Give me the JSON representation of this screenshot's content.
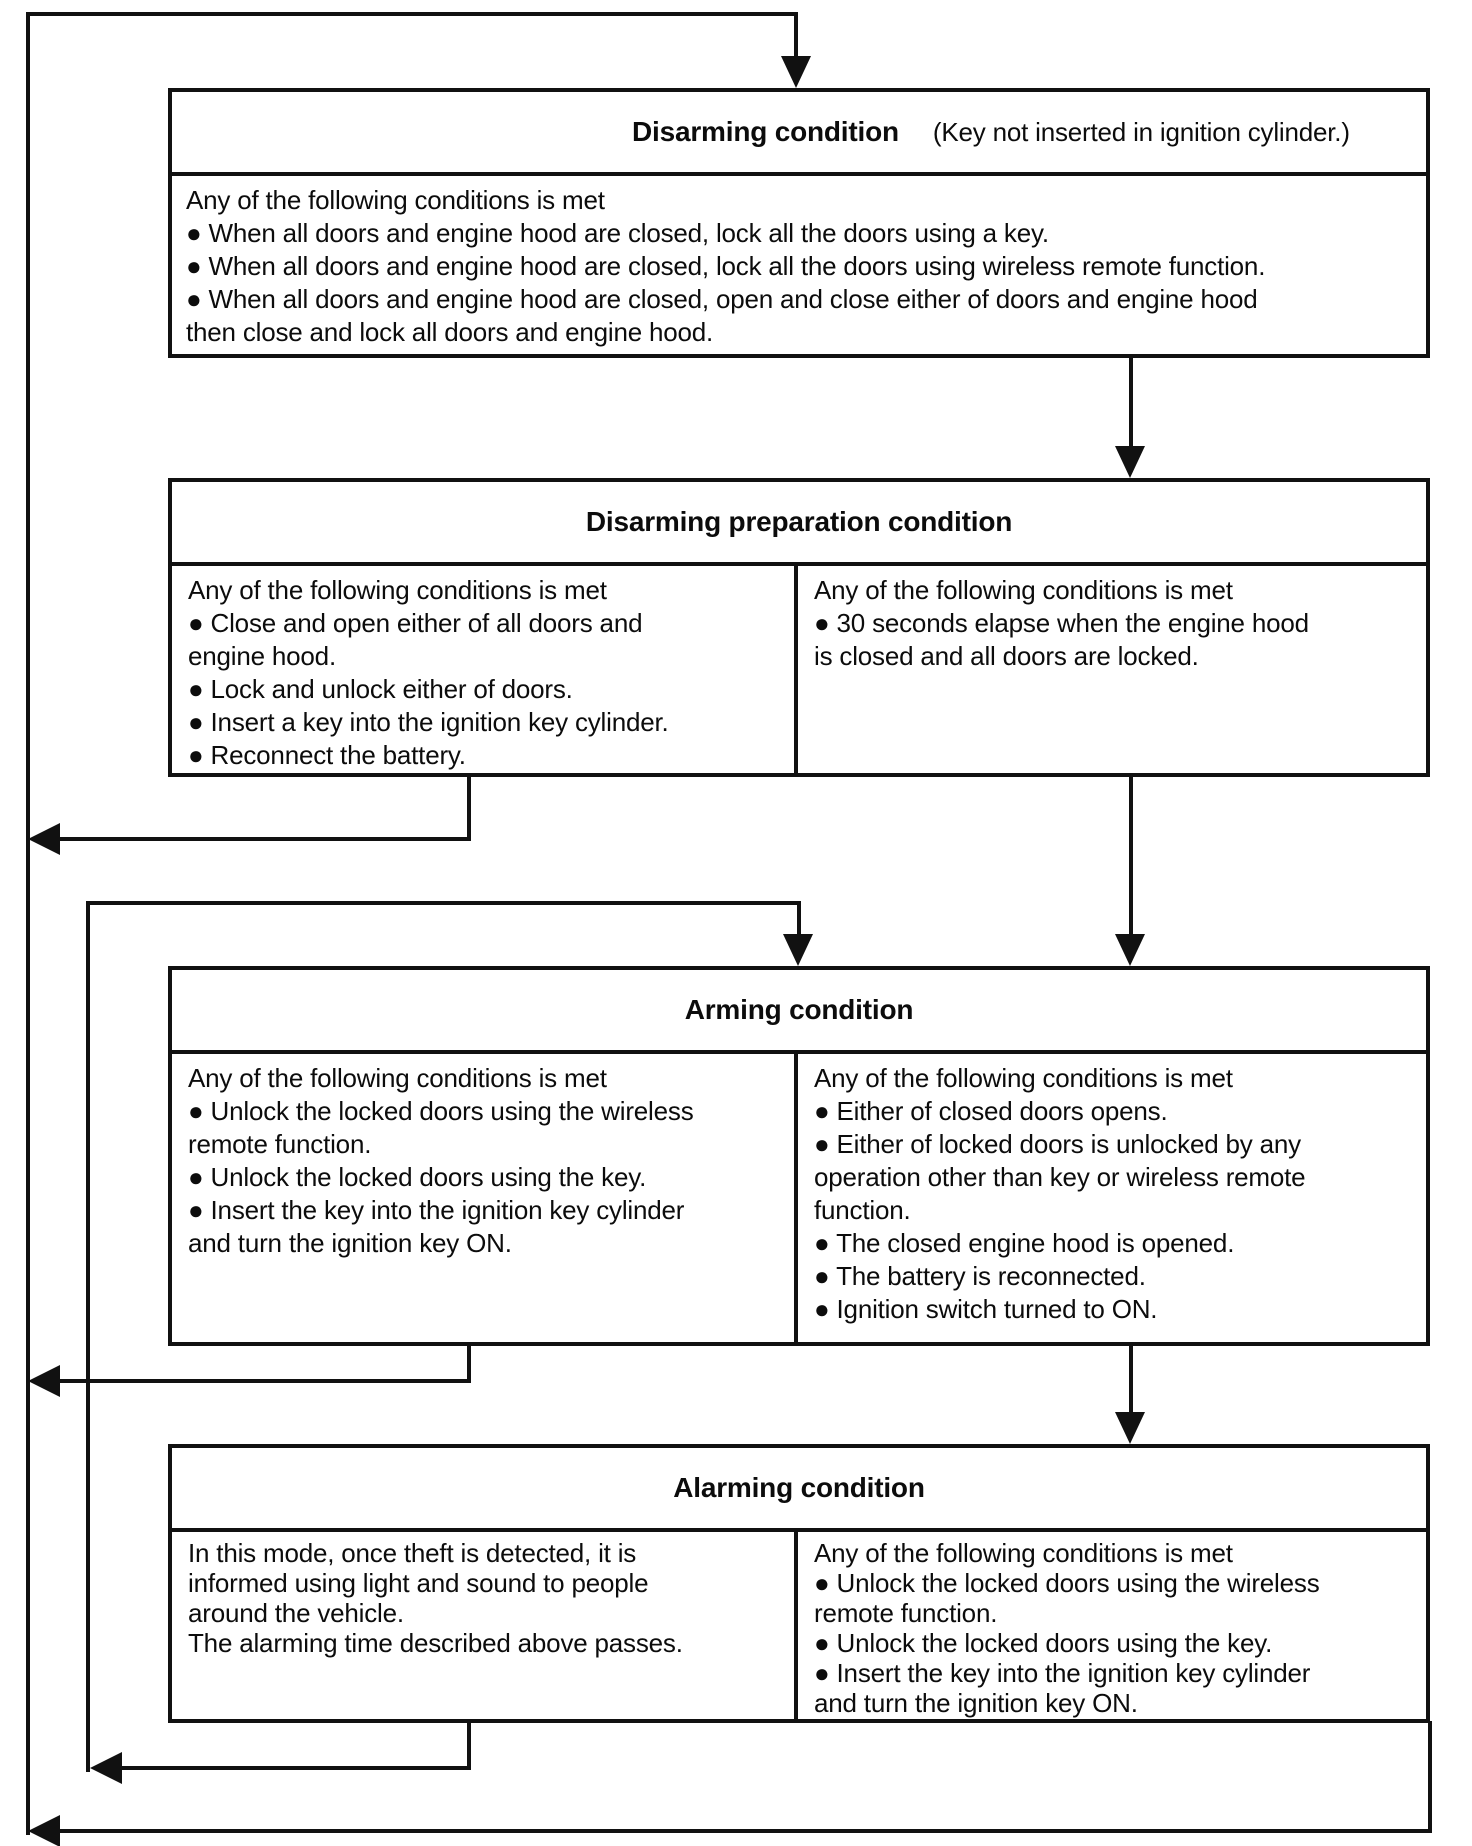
{
  "page": {
    "background": "#ffffff",
    "ink": "#111111"
  },
  "flow": {
    "bullet_glyph": "●",
    "boxes": [
      {
        "id": "disarming",
        "title": "Disarming condition",
        "title_note": "(Key not inserted in ignition cylinder.)",
        "columns": [
          {
            "items": [
              {
                "bullet": false,
                "text": "Any of the following conditions is met"
              },
              {
                "bullet": true,
                "text": "When all doors and engine hood are closed, lock all the doors using a key."
              },
              {
                "bullet": true,
                "text": "When all doors and engine hood are closed, lock all the doors using wireless remote function."
              },
              {
                "bullet": true,
                "text": "When all doors and engine hood are closed, open and close either of doors and engine hood\nthen close and lock all doors and engine hood."
              }
            ]
          }
        ]
      },
      {
        "id": "disarming-preparation",
        "title": "Disarming preparation condition",
        "title_note": "",
        "columns": [
          {
            "items": [
              {
                "bullet": false,
                "text": "Any of the following conditions is met"
              },
              {
                "bullet": true,
                "text": "Close and open either of all doors and\nengine hood."
              },
              {
                "bullet": true,
                "text": "Lock and unlock either of doors."
              },
              {
                "bullet": true,
                "text": "Insert a key into the ignition key cylinder."
              },
              {
                "bullet": true,
                "text": "Reconnect the battery."
              }
            ]
          },
          {
            "items": [
              {
                "bullet": false,
                "text": "Any of the following conditions is met"
              },
              {
                "bullet": true,
                "text": "30 seconds elapse when the engine hood\nis closed and all doors are locked."
              }
            ]
          }
        ]
      },
      {
        "id": "arming",
        "title": "Arming condition",
        "title_note": "",
        "columns": [
          {
            "items": [
              {
                "bullet": false,
                "text": "Any of the following conditions is met"
              },
              {
                "bullet": true,
                "text": "Unlock the locked doors using the wireless\nremote function."
              },
              {
                "bullet": true,
                "text": "Unlock the locked doors using the key."
              },
              {
                "bullet": true,
                "text": "Insert the key into the ignition key cylinder\nand turn the ignition key ON."
              }
            ]
          },
          {
            "items": [
              {
                "bullet": false,
                "text": "Any of the following conditions is met"
              },
              {
                "bullet": true,
                "text": "Either of closed doors opens."
              },
              {
                "bullet": true,
                "text": "Either of locked doors is unlocked by any\noperation other than key or wireless remote\nfunction."
              },
              {
                "bullet": true,
                "text": "The closed engine hood is opened."
              },
              {
                "bullet": true,
                "text": "The battery is reconnected."
              },
              {
                "bullet": true,
                "text": "Ignition switch turned to ON."
              }
            ]
          }
        ]
      },
      {
        "id": "alarming",
        "title": "Alarming condition",
        "title_note": "",
        "columns": [
          {
            "items": [
              {
                "bullet": false,
                "text": "In this mode, once theft is detected, it is\ninformed using light and sound to people\naround the vehicle."
              },
              {
                "bullet": false,
                "text": "The alarming time described above passes."
              }
            ]
          },
          {
            "items": [
              {
                "bullet": false,
                "text": "Any of the following conditions is met"
              },
              {
                "bullet": true,
                "text": "Unlock the locked doors using the wireless\nremote function."
              },
              {
                "bullet": true,
                "text": "Unlock the locked doors using the key."
              },
              {
                "bullet": true,
                "text": "Insert the key into the ignition key cylinder\nand turn the ignition key ON."
              }
            ]
          }
        ]
      }
    ]
  }
}
